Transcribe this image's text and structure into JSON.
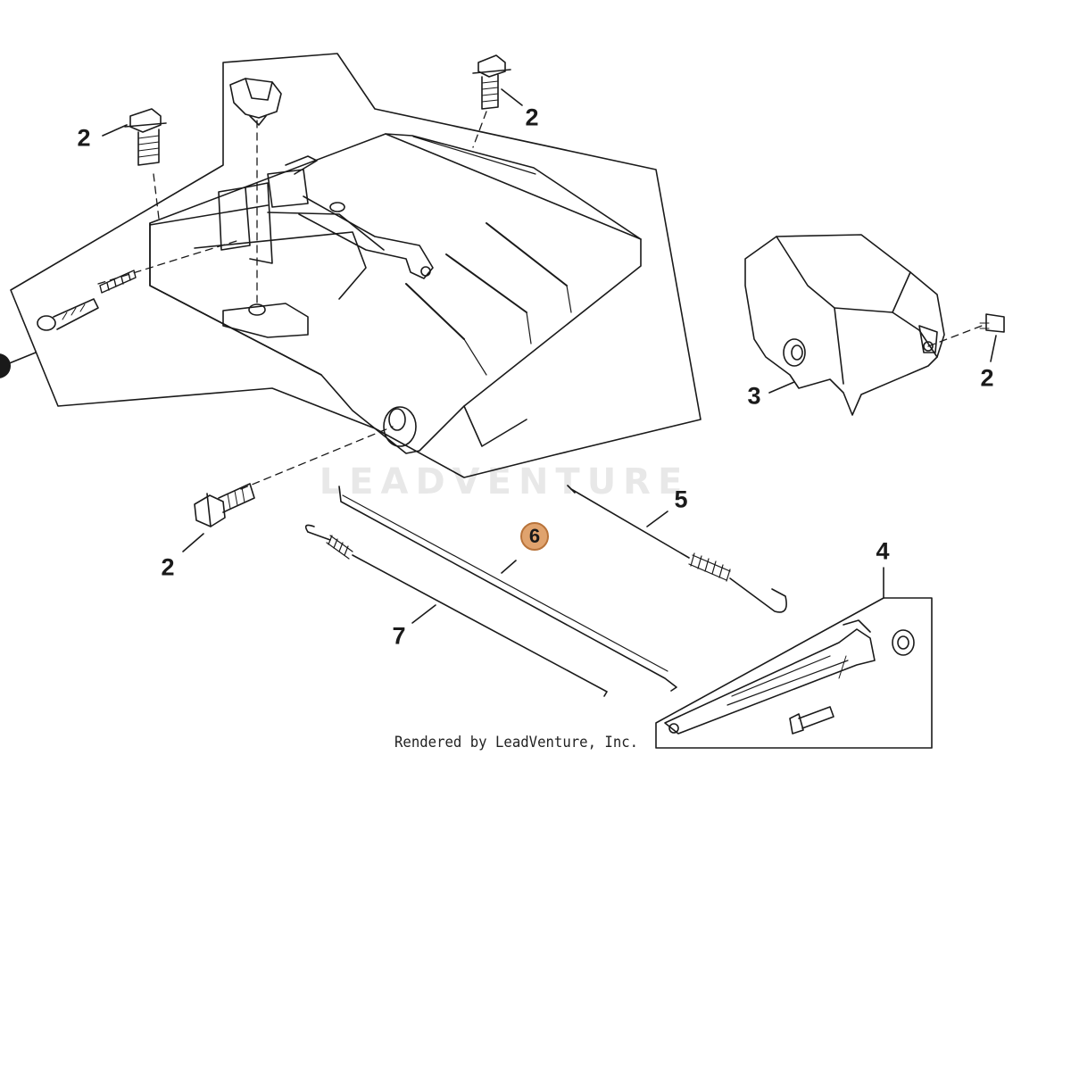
{
  "diagram": {
    "callouts": [
      {
        "id": "c2a",
        "label": "2",
        "highlighted": false
      },
      {
        "id": "c2b",
        "label": "2",
        "highlighted": false
      },
      {
        "id": "c2c",
        "label": "2",
        "highlighted": false
      },
      {
        "id": "c2d",
        "label": "2",
        "highlighted": false
      },
      {
        "id": "c3",
        "label": "3",
        "highlighted": false
      },
      {
        "id": "c4",
        "label": "4",
        "highlighted": false
      },
      {
        "id": "c5",
        "label": "5",
        "highlighted": false
      },
      {
        "id": "c6",
        "label": "6",
        "highlighted": true
      },
      {
        "id": "c7",
        "label": "7",
        "highlighted": false
      }
    ],
    "watermark": "LEADVENTURE",
    "credit": "Rendered by LeadVenture, Inc.",
    "colors": {
      "line": "#1a1a1a",
      "highlight_fill": "#e0a36e",
      "highlight_border": "#b8733a"
    }
  }
}
